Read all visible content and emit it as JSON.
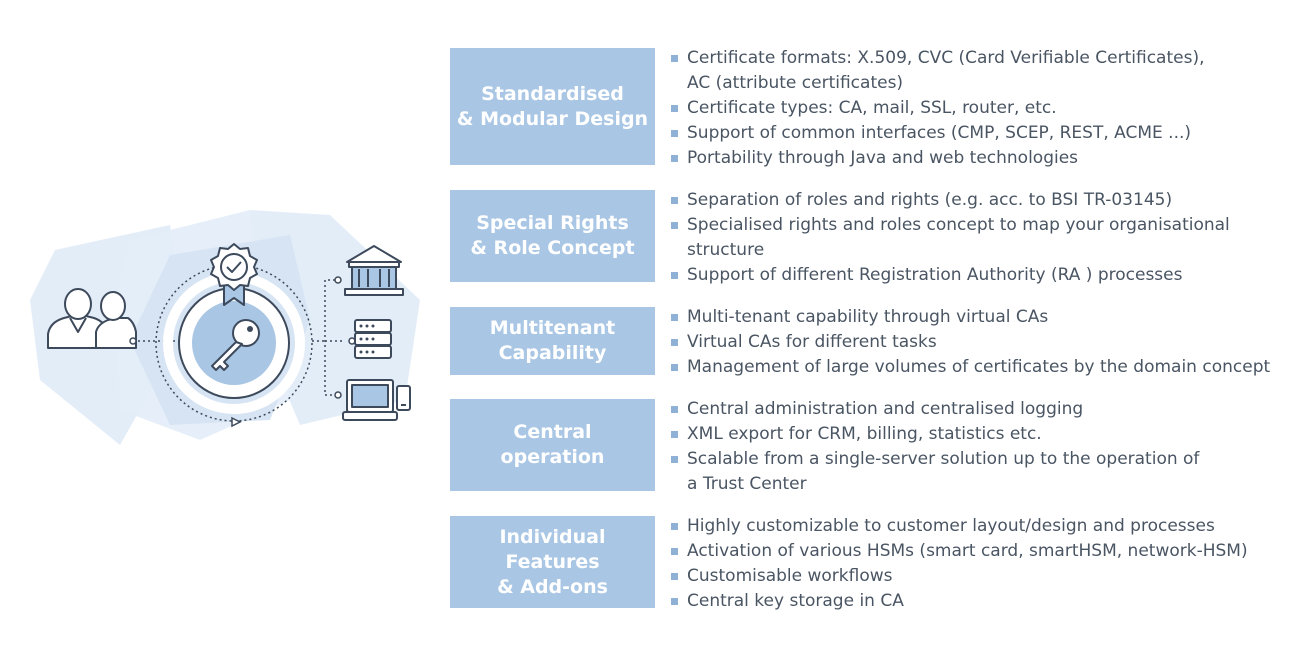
{
  "features": [
    {
      "label": "Standardised\n& Modular Design",
      "items": [
        [
          "Certificate formats: X.509, CVC (Card Verifiable Certificates),",
          "AC (attribute certificates)"
        ],
        [
          "Certificate types: CA, mail, SSL, router, etc."
        ],
        [
          "Support of common interfaces (CMP, SCEP, REST, ACME ...)"
        ],
        [
          "Portability through Java and web technologies"
        ]
      ]
    },
    {
      "label": "Special Rights\n& Role Concept",
      "items": [
        [
          "Separation of roles and rights (e.g. acc. to BSI TR-03145)"
        ],
        [
          "Specialised rights and roles concept to map your organisational",
          "structure"
        ],
        [
          "Support of different Registration Authority (RA ) processes"
        ]
      ]
    },
    {
      "label": "Multitenant\nCapability",
      "items": [
        [
          "Multi-tenant capability through virtual CAs"
        ],
        [
          "Virtual CAs for different tasks"
        ],
        [
          "Management of large volumes of certificates by the domain concept"
        ]
      ]
    },
    {
      "label": "Central\noperation",
      "items": [
        [
          "Central administration and centralised logging"
        ],
        [
          "XML export for CRM, billing, statistics etc."
        ],
        [
          "Scalable from a single-server solution up to the operation of",
          "a Trust Center"
        ]
      ]
    },
    {
      "label": "Individual\nFeatures\n& Add-ons",
      "items": [
        [
          "Highly customizable to customer layout/design and processes"
        ],
        [
          "Activation of various HSMs (smart card, smartHSM, network-HSM)"
        ],
        [
          "Customisable workflows"
        ],
        [
          "Central key storage in CA"
        ]
      ]
    }
  ],
  "illustration": {
    "icons": [
      "users-icon",
      "certificate-badge-icon",
      "key-icon",
      "bank-building-icon",
      "server-icon",
      "computer-devices-icon"
    ],
    "colors": {
      "hexagon": "#e3edf8",
      "line": "#3d4a5c",
      "accent": "#8fb1d6"
    }
  },
  "colors": {
    "label_bg": "#a9c6e4",
    "label_text": "#ffffff",
    "list_text": "#4a5563",
    "bullet": "#8fb1d6"
  }
}
